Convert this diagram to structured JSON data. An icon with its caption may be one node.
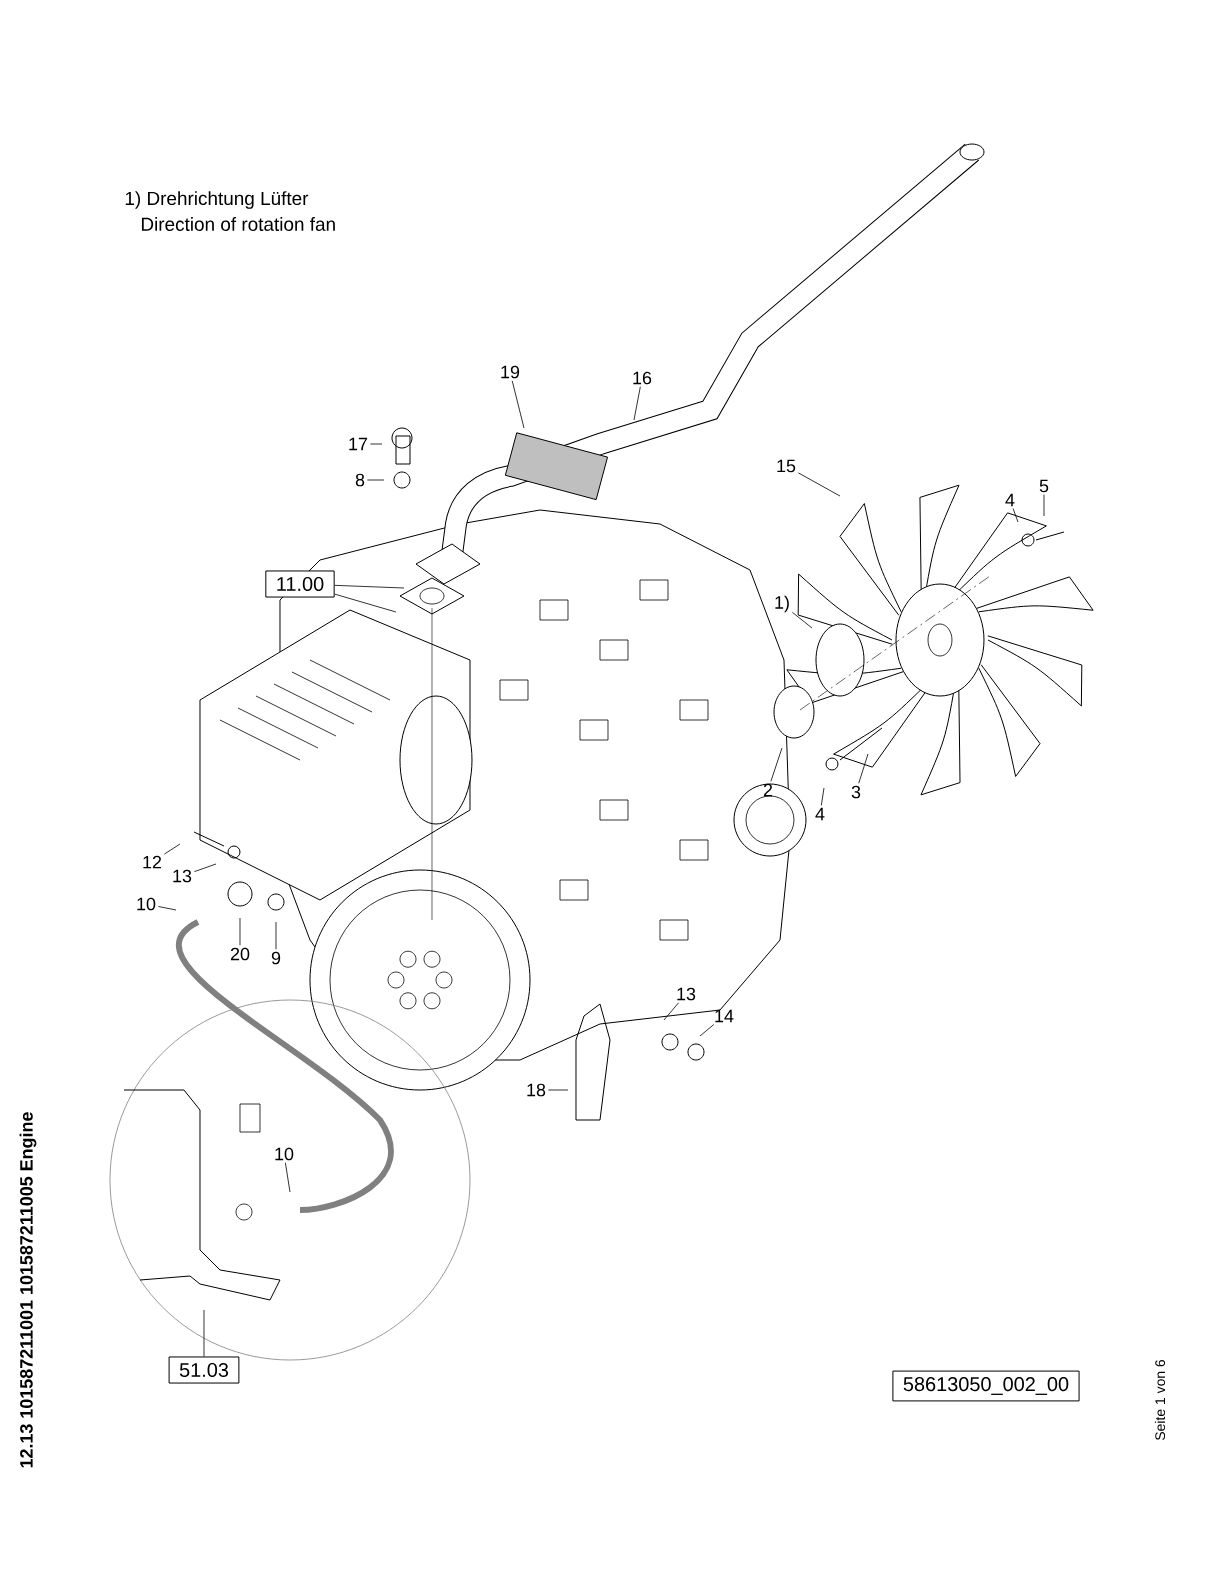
{
  "diagram": {
    "nodes": [
      {
        "text": [
          "19"
        ]
      },
      {
        "text": [
          "16"
        ]
      },
      {
        "text": [
          "17"
        ]
      },
      {
        "text": [
          "8"
        ]
      },
      {
        "text": [
          "11.00"
        ]
      },
      {
        "text": [
          "15"
        ]
      },
      {
        "text": [
          "4"
        ]
      },
      {
        "text": [
          "5"
        ]
      },
      {
        "text": [
          "1)"
        ]
      },
      {
        "text": [
          "2"
        ]
      },
      {
        "text": [
          "4"
        ]
      },
      {
        "text": [
          "3"
        ]
      },
      {
        "text": [
          "12"
        ]
      },
      {
        "text": [
          "13"
        ]
      },
      {
        "text": [
          "10"
        ]
      },
      {
        "text": [
          "20"
        ]
      },
      {
        "text": [
          "9"
        ]
      },
      {
        "text": [
          "13"
        ]
      },
      {
        "text": [
          "14"
        ]
      },
      {
        "text": [
          "18"
        ]
      },
      {
        "text": [
          "10"
        ]
      },
      {
        "text": [
          "51.03"
        ]
      },
      {
        "text": [
          "58613050_002_00"
        ]
      }
    ],
    "edges": [
      {
        "from": 0,
        "to": null,
        "arrow": "none"
      },
      {
        "from": 1,
        "to": null,
        "arrow": "none"
      },
      {
        "from": 2,
        "to": null,
        "arrow": "none"
      },
      {
        "from": 3,
        "to": null,
        "arrow": "none"
      },
      {
        "from": 4,
        "to": null,
        "arrow": "none"
      },
      {
        "from": 4,
        "to": null,
        "arrow": "none"
      },
      {
        "from": 5,
        "to": null,
        "arrow": "none"
      },
      {
        "from": 6,
        "to": null,
        "arrow": "none"
      },
      {
        "from": 7,
        "to": null,
        "arrow": "none"
      },
      {
        "from": 8,
        "to": null,
        "arrow": "none"
      },
      {
        "from": 9,
        "to": null,
        "arrow": "none"
      },
      {
        "from": 10,
        "to": null,
        "arrow": "none"
      },
      {
        "from": 11,
        "to": null,
        "arrow": "none"
      },
      {
        "from": 12,
        "to": null,
        "arrow": "none"
      },
      {
        "from": 13,
        "to": null,
        "arrow": "none"
      },
      {
        "from": 14,
        "to": null,
        "arrow": "none"
      },
      {
        "from": 15,
        "to": null,
        "arrow": "none"
      },
      {
        "from": 16,
        "to": null,
        "arrow": "none"
      },
      {
        "from": 17,
        "to": null,
        "arrow": "none"
      },
      {
        "from": 18,
        "to": null,
        "arrow": "none"
      },
      {
        "from": 19,
        "to": null,
        "arrow": "none"
      },
      {
        "from": 20,
        "to": null,
        "arrow": "none"
      },
      {
        "from": 21,
        "to": null,
        "arrow": "none"
      }
    ],
    "labels": [
      "1) Drehrichtung Lüfter",
      "Direction of rotation fan",
      "12.13 101587211001 101587211005 Engine",
      "Seite 1 von 6"
    ]
  }
}
